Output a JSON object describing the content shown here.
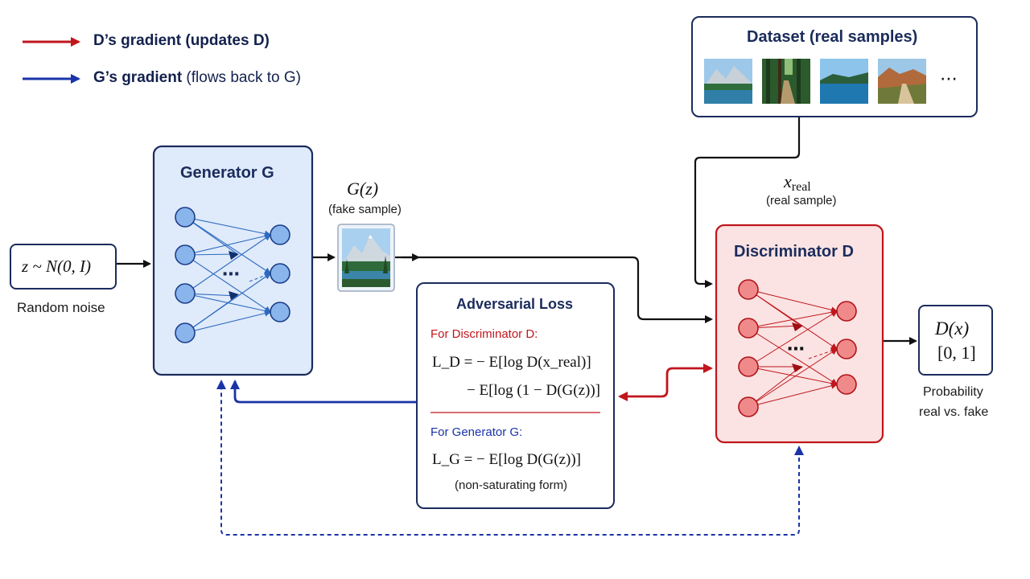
{
  "colors": {
    "navy": "#1b2c5c",
    "red_gradient": "#c0161c",
    "blue_gradient": "#1a33a8",
    "generator_fill": "#dfeafb",
    "discriminator_fill": "#fbe3e3"
  },
  "legend": {
    "d_gradient": {
      "bold": "D’s gradient",
      "rest": " (updates D)",
      "color": "#c0161c"
    },
    "g_gradient": {
      "bold": "G’s gradient",
      "rest": " (flows back to G)",
      "color": "#1a33a8"
    }
  },
  "noise": {
    "formula": "z ~ N(0, I)",
    "caption": "Random noise"
  },
  "generator": {
    "title": "Generator G",
    "ellipsis": "⋯"
  },
  "fake_sample": {
    "formula": "G(z)",
    "caption": "(fake sample)"
  },
  "dataset": {
    "title": "Dataset (real samples)",
    "ellipsis": "⋯",
    "thumbnails": [
      "mountain-lake",
      "forest-path",
      "lake",
      "canyon-path"
    ]
  },
  "real_sample": {
    "formula_base": "x",
    "formula_sub": "real",
    "caption": "(real sample)"
  },
  "discriminator": {
    "title": "Discriminator D",
    "ellipsis": "⋯"
  },
  "output": {
    "formula": "D(x)",
    "range": "[0, 1]",
    "caption_line1": "Probability",
    "caption_line2": "real vs. fake"
  },
  "loss": {
    "title": "Adversarial Loss",
    "d_header": "For Discriminator D:",
    "d_eq_line1": "L_D = − E[log D(x_real)]",
    "d_eq_line2": "− E[log (1 − D(G(z))]",
    "g_header": "For Generator G:",
    "g_eq": "L_G = − E[log D(G(z))]",
    "g_note": "(non-saturating form)"
  }
}
